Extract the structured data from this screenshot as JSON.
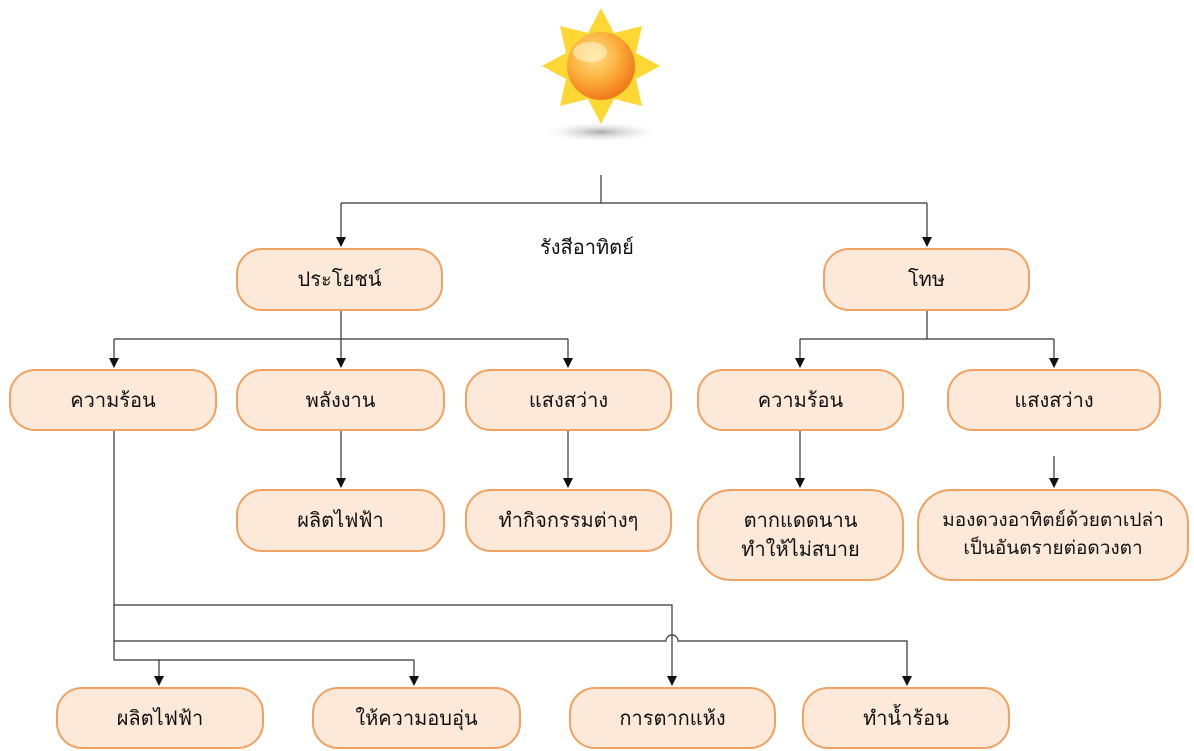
{
  "title": "รังสีอาทิตย์",
  "nodes": {
    "benefit": "ประโยชน์",
    "harm": "โทษ",
    "benefit_heat": "ความร้อน",
    "benefit_energy": "พลังงาน",
    "benefit_light": "แสงสว่าง",
    "energy_electricity": "ผลิตไฟฟ้า",
    "light_activities": "ทำกิจกรรมต่างๆ",
    "harm_heat": "ความร้อน",
    "harm_light": "แสงสว่าง",
    "harm_heat_effect": "ตากแดดนาน\nทำให้ไม่สบาย",
    "harm_light_effect": "มองดวงอาทิตย์ด้วยตาเปล่า\nเป็นอันตรายต่อดวงตา",
    "heat_electricity": "ผลิตไฟฟ้า",
    "heat_warmth": "ให้ความอบอุ่น",
    "heat_drying": "การตากแห้ง",
    "heat_hot_water": "ทำน้ำร้อน"
  },
  "colors": {
    "node_fill": "#fde9d9",
    "node_border": "#f0a262",
    "connector": "#333333",
    "sun_core": "#f7941d",
    "sun_rays": "#fdd835"
  },
  "icons": {
    "sun": "sun-icon"
  }
}
